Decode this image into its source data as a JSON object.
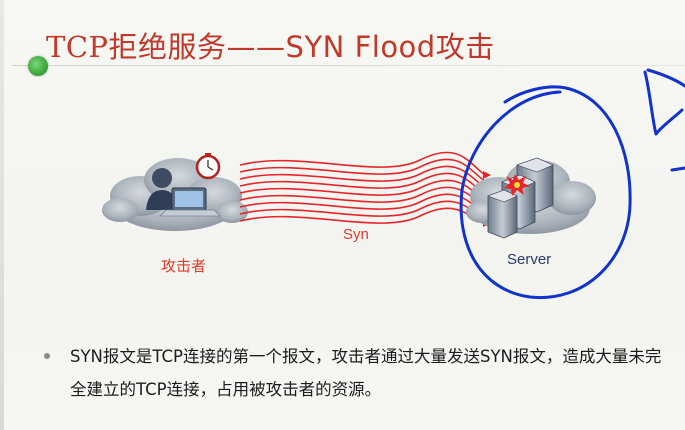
{
  "slide": {
    "title_prefix": "TCP",
    "title_rest": "拒绝服务——SYN Flood攻击",
    "attacker_label": "攻击者",
    "syn_label": "Syn",
    "server_label": "Server",
    "bullet_text": "SYN报文是TCP连接的第一个报文，攻击者通过大量发送SYN报文，造成大量未完全建立的TCP连接，占用被攻击者的资源。"
  },
  "colors": {
    "title": "#c0392b",
    "flood_lines": "#e8252a",
    "annotation": "#1133cc",
    "cloud": "#9aa3ad",
    "cursor_dot": "#3aa93a"
  },
  "icons": {
    "attacker": "hacker-laptop-icon",
    "clock": "stopwatch-icon",
    "server": "server-rack-icon",
    "burst": "explosion-icon"
  }
}
